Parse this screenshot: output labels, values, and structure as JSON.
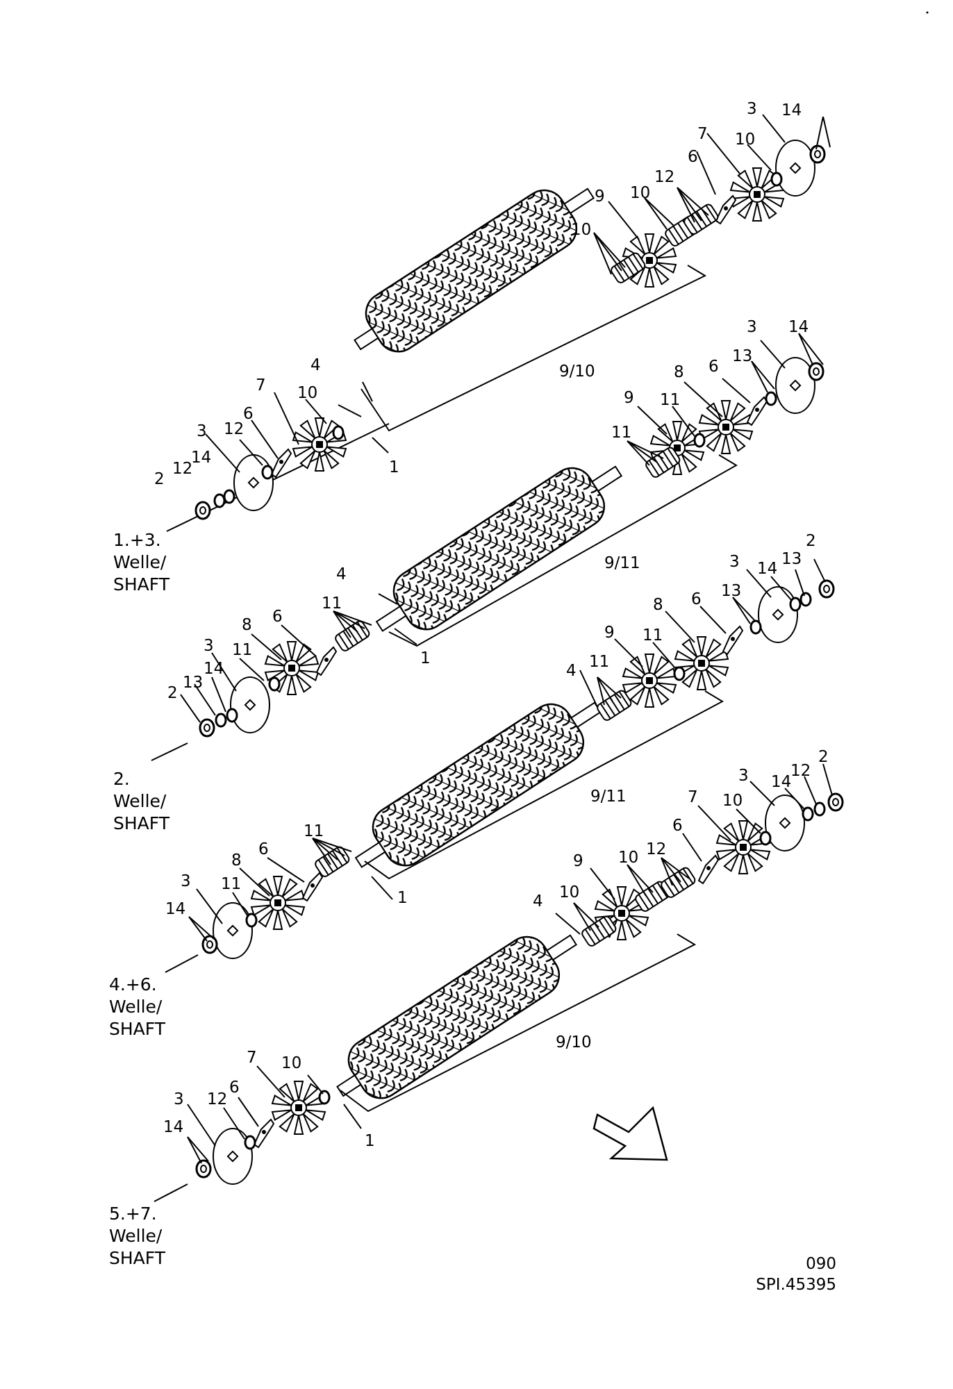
{
  "assemblies": [
    {
      "caption": [
        "1.+3.",
        "Welle/",
        "SHAFT"
      ],
      "bracket_label": "9/10",
      "callouts": [
        "1",
        "2",
        "3",
        "3",
        "4",
        "6",
        "6",
        "7",
        "7",
        "9",
        "10",
        "10",
        "10",
        "10",
        "12",
        "12",
        "12",
        "14",
        "14"
      ]
    },
    {
      "caption": [
        "2.",
        "Welle/",
        "SHAFT"
      ],
      "bracket_label": "9/11",
      "callouts": [
        "1",
        "2",
        "3",
        "3",
        "4",
        "6",
        "6",
        "8",
        "8",
        "9",
        "11",
        "11",
        "11",
        "11",
        "13",
        "13",
        "14",
        "14"
      ]
    },
    {
      "caption": [
        "4.+6.",
        "Welle/",
        "SHAFT"
      ],
      "bracket_label": "9/11",
      "callouts": [
        "1",
        "2",
        "3",
        "3",
        "4",
        "6",
        "6",
        "8",
        "8",
        "9",
        "11",
        "11",
        "11",
        "11",
        "13",
        "13",
        "14",
        "14"
      ]
    },
    {
      "caption": [
        "5.+7.",
        "Welle/",
        "SHAFT"
      ],
      "bracket_label": "9/10",
      "callouts": [
        "1",
        "2",
        "3",
        "3",
        "4",
        "6",
        "6",
        "7",
        "7",
        "9",
        "10",
        "10",
        "10",
        "10",
        "12",
        "12",
        "12",
        "14",
        "14"
      ]
    }
  ],
  "reference": {
    "page": "090",
    "drawing_no": "SPI.45395"
  },
  "direction_arrow_icon": "hollow-arrow-down-right"
}
